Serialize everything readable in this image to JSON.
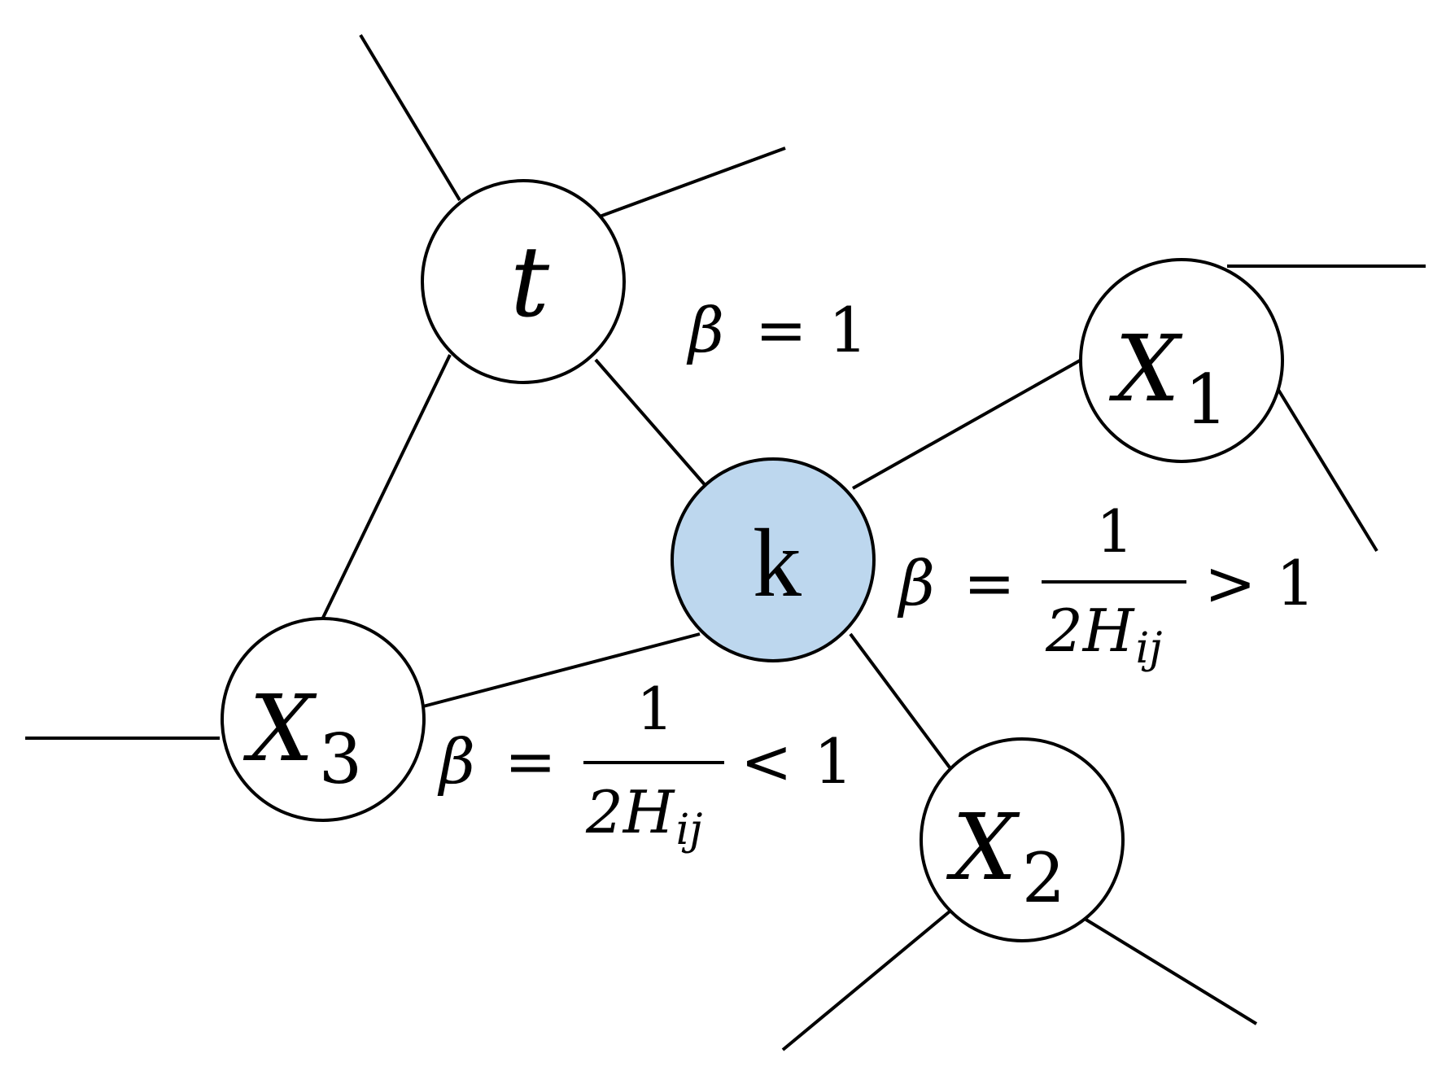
{
  "nodes": {
    "t": {
      "letter": "t",
      "fill": "#ffffff"
    },
    "k": {
      "letter": "k",
      "fill": "#bdd7ee"
    },
    "x1": {
      "letter": "X",
      "subscript": "1",
      "fill": "#ffffff"
    },
    "x2": {
      "letter": "X",
      "subscript": "2",
      "fill": "#ffffff"
    },
    "x3": {
      "letter": "X",
      "subscript": "3",
      "fill": "#ffffff"
    }
  },
  "labels": {
    "beta_equal": {
      "beta": "β",
      "eq": "=",
      "value": "1"
    },
    "beta_greater": {
      "beta": "β",
      "eq": "=",
      "numerator": "1",
      "denominator_main": "2H",
      "denominator_sub": "ij",
      "relation": ">",
      "rhs": "1"
    },
    "beta_less": {
      "beta": "β",
      "eq": "=",
      "numerator": "1",
      "denominator_main": "2H",
      "denominator_sub": "ij",
      "relation": "<",
      "rhs": "1"
    }
  },
  "colors": {
    "stroke": "#000000",
    "center_fill": "#bdd7ee",
    "node_fill": "#ffffff"
  }
}
